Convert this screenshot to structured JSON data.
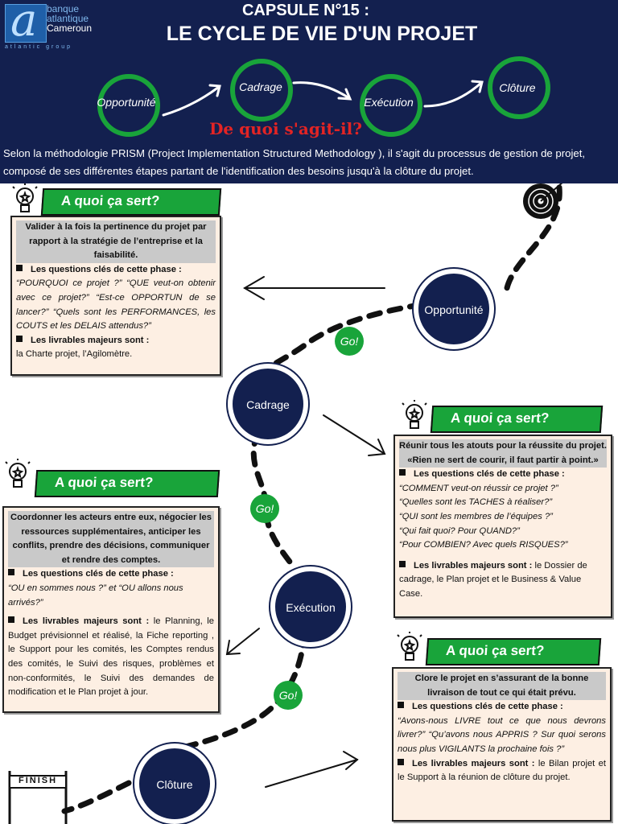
{
  "header": {
    "logo": {
      "line1": "banque",
      "line2": "atlantique",
      "line3": "Cameroun",
      "group": "atlantic group"
    },
    "capsule": "CAPSULE N°15 :",
    "title": "LE CYCLE DE VIE D'UN PROJET",
    "phases": [
      "Opportunité",
      "Cadrage",
      "Exécution",
      "Clôture"
    ],
    "subtitle": "De quoi s'agit-il?",
    "intro": "Selon la méthodologie PRISM (Project Implementation Structured Methodology ), il s'agit du processus de gestion de projet, composé de ses différentes étapes partant de l'identification des besoins jusqu'à la clôture du projet."
  },
  "path": {
    "nodes": [
      "Opportunité",
      "Cadrage",
      "Exécution",
      "Clôture"
    ],
    "go": "Go!",
    "finish": "FINISH"
  },
  "boxes": {
    "opportunite": {
      "banner": "A quoi ça sert?",
      "purpose": "Valider à la fois la pertinence du projet par rapport à la stratégie de l’entreprise et la faisabilité.",
      "questions_heading": "Les questions clés de cette phase :",
      "questions": "“POURQUOI ce projet ?” “QUE veut-on obtenir avec ce projet?” “Est-ce OPPORTUN de se lancer?” “Quels sont les PERFORMANCES, les COUTS et les DELAIS attendus?”",
      "deliverables_heading": "Les livrables majeurs sont :",
      "deliverables": "la Charte projet, l’Agilomètre."
    },
    "cadrage": {
      "banner": "A quoi ça sert?",
      "purpose": "Réunir tous les atouts pour la réussite du projet. «Rien ne sert de courir, il faut partir à point.»",
      "questions_heading": "Les questions clés de cette phase :",
      "questions": [
        "“COMMENT veut-on réussir ce projet ?”",
        "“Quelles sont les TACHES à réaliser?”",
        "“QUI sont les membres de l’équipes ?”",
        "“Qui fait quoi? Pour QUAND?”",
        "“Pour COMBIEN? Avec quels RISQUES?”"
      ],
      "deliverables_heading": "Les livrables majeurs sont :",
      "deliverables": "le Dossier de cadrage, le Plan projet et le Business & Value Case."
    },
    "execution": {
      "banner": "A quoi ça sert?",
      "purpose": "Coordonner les acteurs entre eux, négocier les ressources supplémentaires, anticiper les conflits, prendre des décisions, communiquer et rendre des comptes.",
      "questions_heading": "Les questions clés de cette phase :",
      "questions": "“OU en sommes nous ?” et “OU allons nous arrivés?”",
      "deliverables_heading": "Les livrables majeurs sont :",
      "deliverables": "le Planning, le Budget prévisionnel et réalisé, la Fiche reporting , le Support pour les comités, les Comptes rendus des comités, le Suivi des risques, problèmes et non-conformités, le Suivi des demandes de modification et le Plan projet à jour."
    },
    "cloture": {
      "banner": "A quoi ça sert?",
      "purpose": "Clore le projet en s’assurant de la bonne livraison de tout ce qui était prévu.",
      "questions_heading": "Les questions clés de cette phase :",
      "questions": "“Avons-nous LIVRE tout ce que nous devrons livrer?” “Qu’avons nous APPRIS ? Sur quoi serons nous plus VIGILANTS la prochaine fois ?”",
      "deliverables_heading": "Les livrables majeurs sont :",
      "deliverables": "le Bilan projet et le Support à la réunion de clôture du projet."
    }
  },
  "colors": {
    "navy": "#13204f",
    "green": "#19a43a",
    "red": "#e32424",
    "box_bg": "#fdefe3",
    "highlight": "#c9c9c9"
  }
}
